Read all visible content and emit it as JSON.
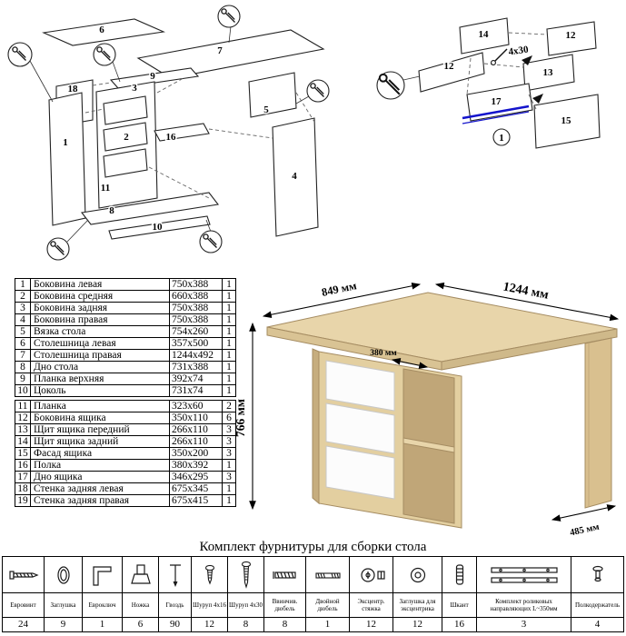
{
  "parts_table_1": {
    "rows": [
      {
        "num": "1",
        "name": "Боковина левая",
        "size": "750x388",
        "qty": "1"
      },
      {
        "num": "2",
        "name": "Боковина средняя",
        "size": "660x388",
        "qty": "1"
      },
      {
        "num": "3",
        "name": "Боковина задняя",
        "size": "750x388",
        "qty": "1"
      },
      {
        "num": "4",
        "name": "Боковина правая",
        "size": "750x388",
        "qty": "1"
      },
      {
        "num": "5",
        "name": "Вязка стола",
        "size": "754x260",
        "qty": "1"
      },
      {
        "num": "6",
        "name": "Столешница левая",
        "size": "357x500",
        "qty": "1"
      },
      {
        "num": "7",
        "name": "Столешница правая",
        "size": "1244x492",
        "qty": "1"
      },
      {
        "num": "8",
        "name": "Дно стола",
        "size": "731x388",
        "qty": "1"
      },
      {
        "num": "9",
        "name": "Планка верхняя",
        "size": "392x74",
        "qty": "1"
      },
      {
        "num": "10",
        "name": "Цоколь",
        "size": "731x74",
        "qty": "1"
      }
    ]
  },
  "parts_table_2": {
    "rows": [
      {
        "num": "11",
        "name": "Планка",
        "size": "323x60",
        "qty": "2"
      },
      {
        "num": "12",
        "name": "Боковина ящика",
        "size": "350x110",
        "qty": "6"
      },
      {
        "num": "13",
        "name": "Щит ящика передний",
        "size": "266x110",
        "qty": "3"
      },
      {
        "num": "14",
        "name": "Щит ящика задний",
        "size": "266x110",
        "qty": "3"
      },
      {
        "num": "15",
        "name": "Фасад ящика",
        "size": "350x200",
        "qty": "3"
      },
      {
        "num": "16",
        "name": "Полка",
        "size": "380x392",
        "qty": "1"
      },
      {
        "num": "17",
        "name": "Дно ящика",
        "size": "346x295",
        "qty": "3"
      },
      {
        "num": "18",
        "name": "Стенка задняя левая",
        "size": "675x345",
        "qty": "1"
      },
      {
        "num": "19",
        "name": "Стенка задняя правая",
        "size": "675x415",
        "qty": "1"
      }
    ]
  },
  "desk_render": {
    "dim_left_depth": "849 мм",
    "dim_width": "1244 мм",
    "dim_height": "766 мм",
    "dim_shelf_depth": "380 мм",
    "dim_right_depth": "485 мм",
    "colors": {
      "wood": "#e8d5aa",
      "drawer_front": "#fcfcfc",
      "interior": "#c0a678"
    }
  },
  "diagrams": {
    "left": {
      "callouts": [
        "18",
        "1",
        "2",
        "3",
        "4",
        "5",
        "6",
        "7",
        "8",
        "9",
        "10",
        "11",
        "16"
      ]
    },
    "right": {
      "callouts": [
        "12",
        "12",
        "13",
        "14",
        "15",
        "17"
      ],
      "screw_label": "4x30",
      "step_label": "1",
      "slide_color": "#1414cc"
    }
  },
  "hardware": {
    "title": "Комплект фурнитуры для сборки стола",
    "items": [
      {
        "name": "Евровинт",
        "qty": "24"
      },
      {
        "name": "Заглушка",
        "qty": "9"
      },
      {
        "name": "Евроключ",
        "qty": "1"
      },
      {
        "name": "Ножка",
        "qty": "6"
      },
      {
        "name": "Гвоздь",
        "qty": "90"
      },
      {
        "name": "Шуруп 4x16",
        "qty": "12"
      },
      {
        "name": "Шуруп 4x30",
        "qty": "8"
      },
      {
        "name": "Ввинчив. дюбель",
        "qty": "8"
      },
      {
        "name": "Двойной дюбель",
        "qty": "1"
      },
      {
        "name": "Эксцентр. стяжка",
        "qty": "12"
      },
      {
        "name": "Заглушка для эксцентрика",
        "qty": "12"
      },
      {
        "name": "Шкант",
        "qty": "16"
      },
      {
        "name": "Комплект роликовых направляющих L~350мм",
        "qty": "3"
      },
      {
        "name": "Полкодержатель",
        "qty": "4"
      }
    ]
  }
}
